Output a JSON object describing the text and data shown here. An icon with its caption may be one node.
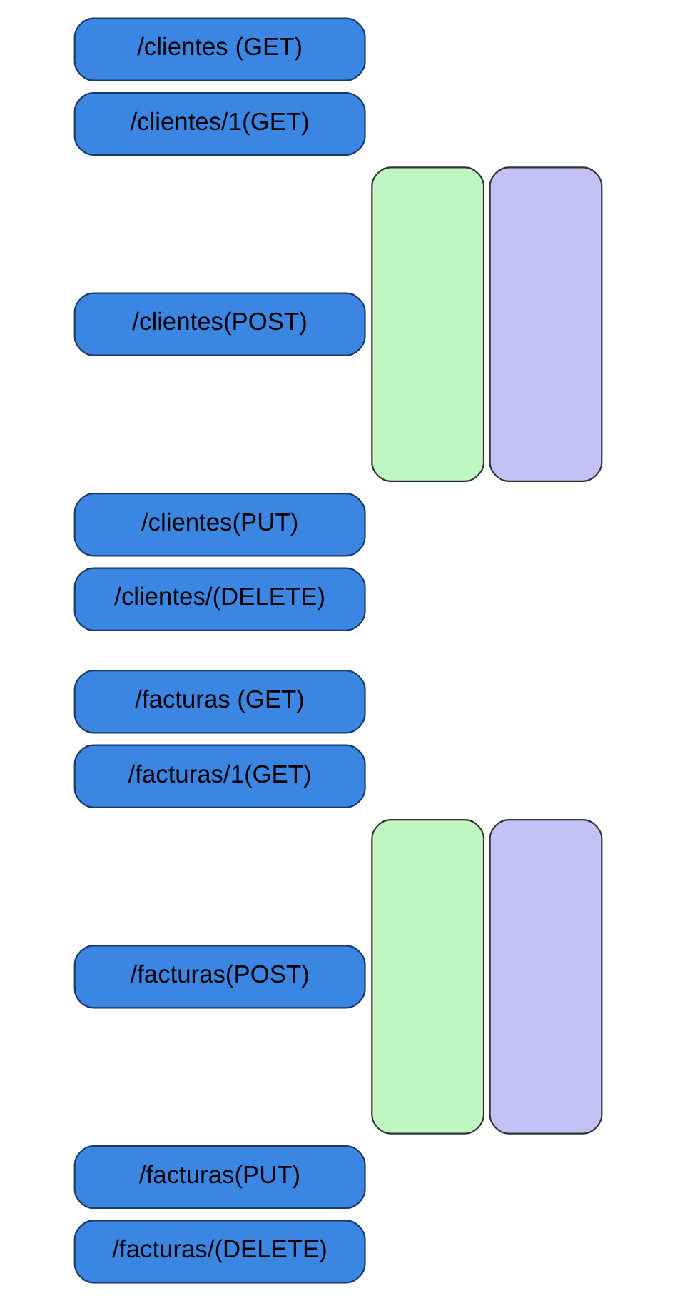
{
  "diagram": {
    "nodes": [
      {
        "text": [],
        "shape": "box"
      },
      {
        "text": [],
        "shape": "box"
      },
      {
        "text": [
          "/clientes (GET)"
        ]
      },
      {
        "text": [
          "/clientes/1(GET)"
        ]
      },
      {
        "text": [
          "/clientes(POST)"
        ]
      },
      {
        "text": [
          "/clientes(PUT)"
        ]
      },
      {
        "text": [
          "/clientes/(DELETE)"
        ]
      },
      {
        "text": [],
        "shape": "box"
      },
      {
        "text": [],
        "shape": "box"
      },
      {
        "text": [
          "/facturas (GET)"
        ]
      },
      {
        "text": [
          "/facturas/1(GET)"
        ]
      },
      {
        "text": [
          "/facturas(POST)"
        ]
      },
      {
        "text": [
          "/facturas(PUT)"
        ]
      },
      {
        "text": [
          "/facturas/(DELETE)"
        ]
      }
    ],
    "edges": []
  }
}
